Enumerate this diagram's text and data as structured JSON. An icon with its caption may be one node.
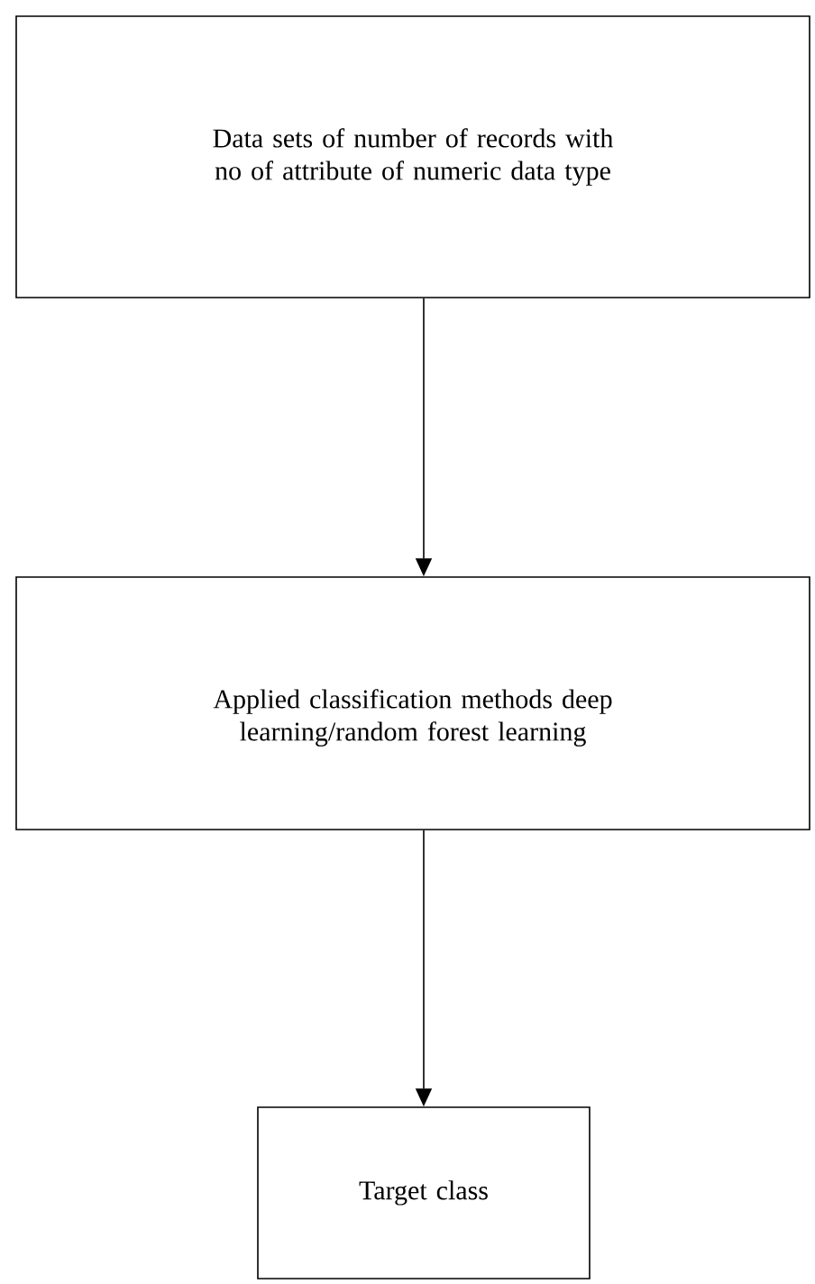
{
  "diagram": {
    "nodes": [
      {
        "text": [
          "Data sets of number of records with no of attribute of numeric data type"
        ]
      },
      {
        "text": [
          "Applied classification methods deep learning/random forest learning"
        ]
      },
      {
        "text": [
          "Target class"
        ]
      }
    ],
    "edges": [
      {
        "from": 0,
        "to": 1,
        "arrow": "to"
      },
      {
        "from": 1,
        "to": 2,
        "arrow": "to"
      }
    ]
  }
}
